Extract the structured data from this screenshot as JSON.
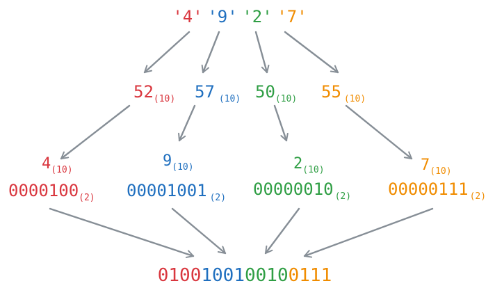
{
  "colors": {
    "red": "#d9363e",
    "blue": "#1f6fbf",
    "green": "#2f9e44",
    "orange": "#f08c00",
    "arrow": "#868e96"
  },
  "chars": [
    {
      "text": "'4'",
      "color": "red"
    },
    {
      "text": "'9'",
      "color": "blue"
    },
    {
      "text": "'2'",
      "color": "green"
    },
    {
      "text": "'7'",
      "color": "orange"
    }
  ],
  "ascii": [
    {
      "value": "52",
      "base": "(10)",
      "color": "red"
    },
    {
      "value": "57",
      "base": "(10)",
      "color": "blue"
    },
    {
      "value": "50",
      "base": "(10)",
      "color": "green"
    },
    {
      "value": "55",
      "base": "(10)",
      "color": "orange"
    }
  ],
  "digits": [
    {
      "value": "4",
      "base": "(10)",
      "color": "red"
    },
    {
      "value": "9",
      "base": "(10)",
      "color": "blue"
    },
    {
      "value": "2",
      "base": "(10)",
      "color": "green"
    },
    {
      "value": "7",
      "base": "(10)",
      "color": "orange"
    }
  ],
  "binaries": [
    {
      "value": "0000100",
      "base": "(2)",
      "color": "red"
    },
    {
      "value": "00001001",
      "base": "(2)",
      "color": "blue"
    },
    {
      "value": "00000010",
      "base": "(2)",
      "color": "green"
    },
    {
      "value": "00000111",
      "base": "(2)",
      "color": "orange"
    }
  ],
  "result": [
    {
      "text": "0100",
      "color": "red"
    },
    {
      "text": "1001",
      "color": "blue"
    },
    {
      "text": "0010",
      "color": "green"
    },
    {
      "text": "0111",
      "color": "orange"
    }
  ]
}
